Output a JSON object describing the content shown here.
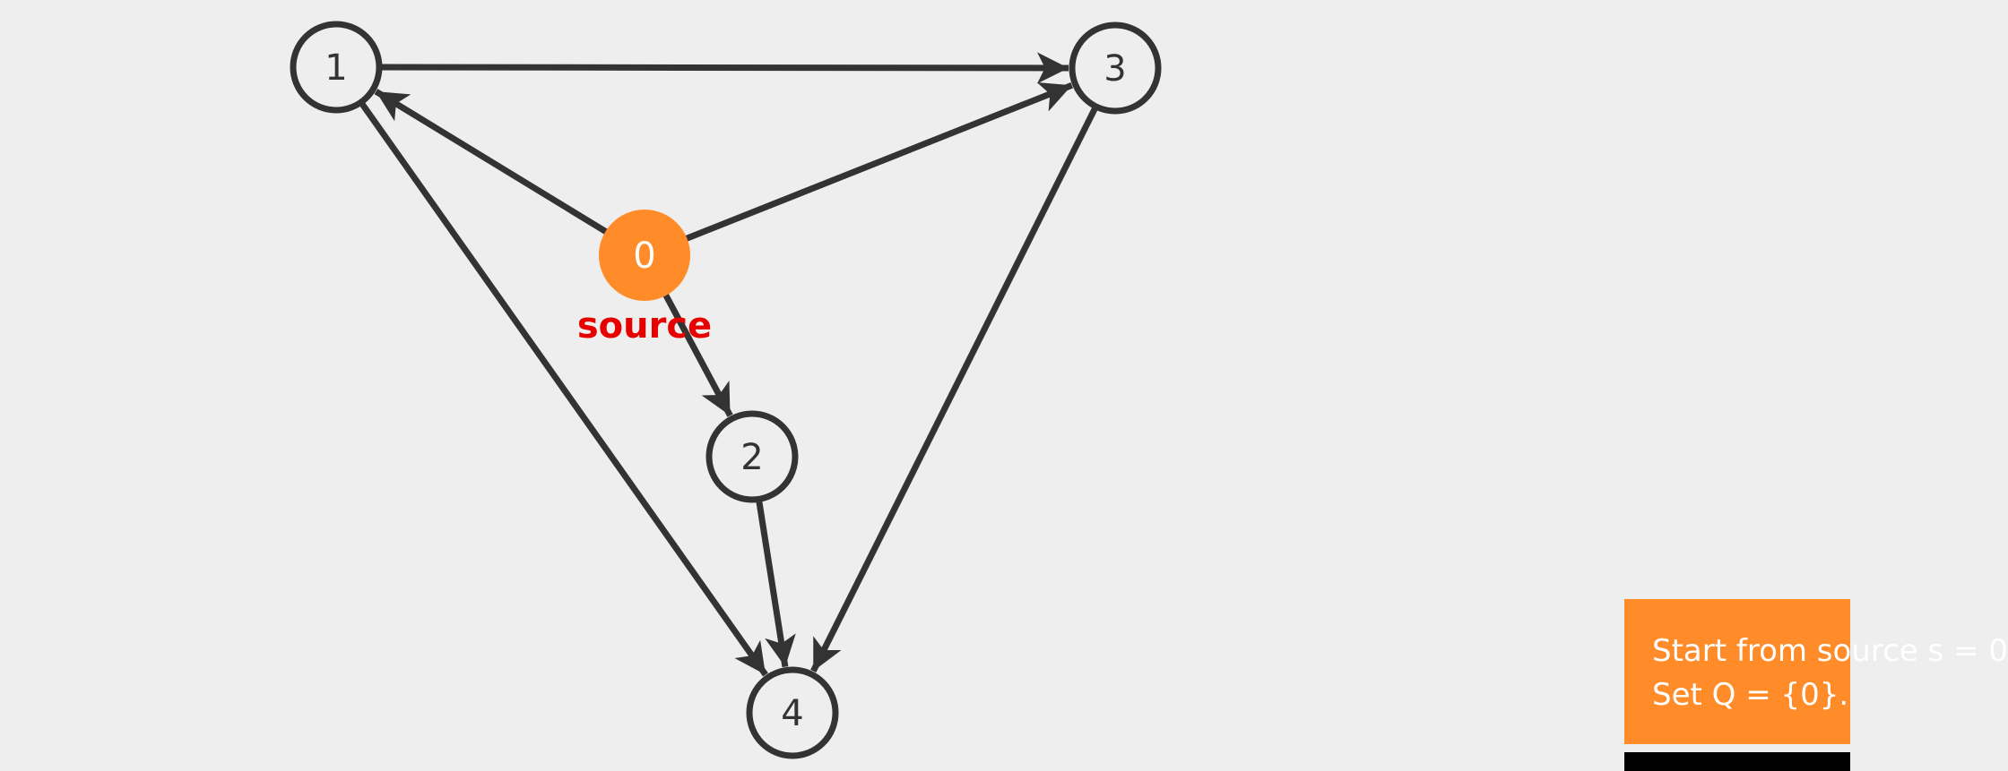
{
  "colors": {
    "background": "#eeeeee",
    "edge": "#333333",
    "node_fill": "#eeeeee",
    "source_fill": "#ff8c29",
    "source_text": "#ffffff",
    "source_label": "#e60000",
    "status_bg": "#ff8c29",
    "status_text": "#ffffff"
  },
  "graph": {
    "source_caption": "source",
    "nodes": [
      {
        "id": "0",
        "label": "0",
        "is_source": true
      },
      {
        "id": "1",
        "label": "1"
      },
      {
        "id": "2",
        "label": "2"
      },
      {
        "id": "3",
        "label": "3"
      },
      {
        "id": "4",
        "label": "4"
      }
    ],
    "edges": [
      {
        "from": "1",
        "to": "3"
      },
      {
        "from": "0",
        "to": "1"
      },
      {
        "from": "0",
        "to": "3"
      },
      {
        "from": "0",
        "to": "2"
      },
      {
        "from": "1",
        "to": "4"
      },
      {
        "from": "2",
        "to": "4"
      },
      {
        "from": "3",
        "to": "4"
      }
    ]
  },
  "status": {
    "line1": "Start from source s = 0",
    "line2": "Set Q = {0}."
  }
}
